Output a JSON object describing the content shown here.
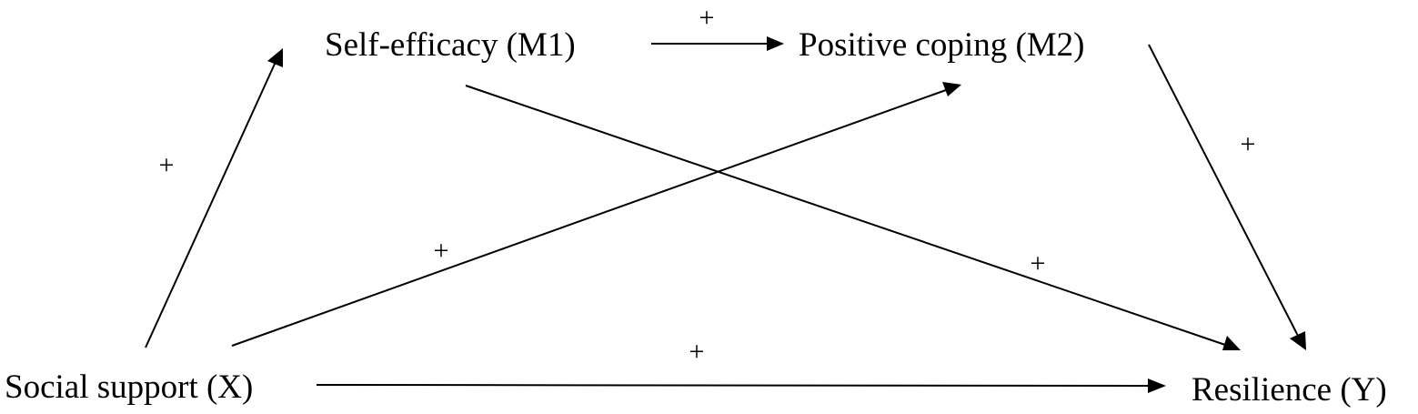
{
  "nodes": {
    "x": "Social support (X)",
    "m1": "Self-efficacy (M1)",
    "m2": "Positive coping (M2)",
    "y": "Resilience (Y)"
  },
  "edges": [
    {
      "from": "x",
      "to": "m1",
      "sign": "+"
    },
    {
      "from": "m1",
      "to": "m2",
      "sign": "+"
    },
    {
      "from": "m2",
      "to": "y",
      "sign": "+"
    },
    {
      "from": "x",
      "to": "m2",
      "sign": "+"
    },
    {
      "from": "m1",
      "to": "y",
      "sign": "+"
    },
    {
      "from": "x",
      "to": "y",
      "sign": "+"
    }
  ],
  "colors": {
    "line": "#000000",
    "text": "#000000",
    "background": "#ffffff"
  }
}
